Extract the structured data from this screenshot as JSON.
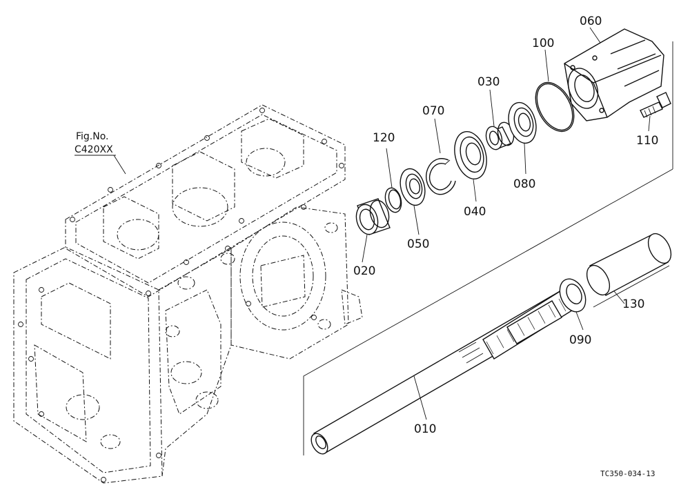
{
  "figure_ref": {
    "line1": "Fig.No.",
    "line2": "C420XX"
  },
  "drawing_id": "TC350-034-13",
  "callouts": {
    "p010": "010",
    "p020": "020",
    "p030": "030",
    "p040": "040",
    "p050": "050",
    "p060": "060",
    "p070": "070",
    "p080": "080",
    "p090": "090",
    "p100": "100",
    "p110": "110",
    "p120": "120",
    "p130": "130"
  }
}
